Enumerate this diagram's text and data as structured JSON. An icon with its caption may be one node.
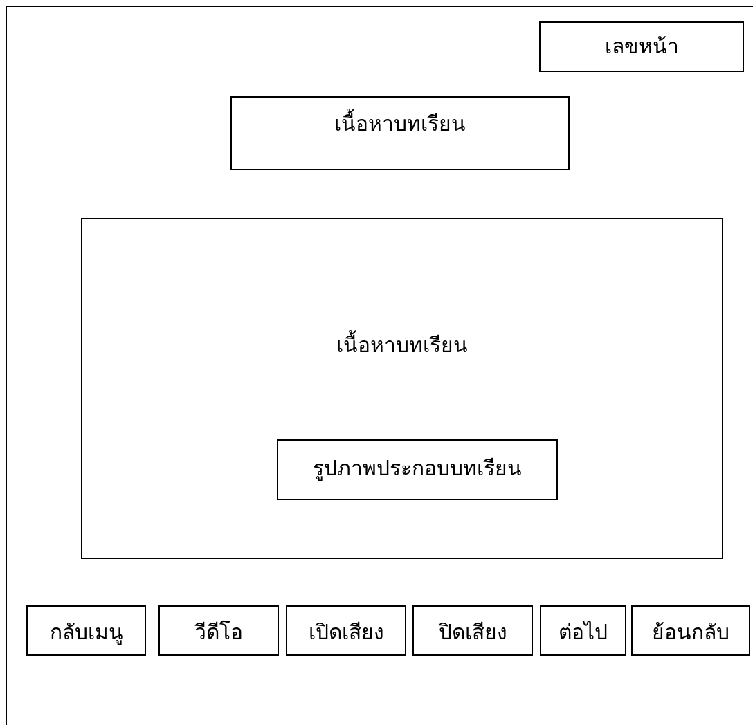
{
  "diagram": {
    "nodes": [
      {
        "text": [
          "เลขหน้า"
        ]
      },
      {
        "text": [
          "เนื้อหาบทเรียน"
        ]
      },
      {
        "text": [
          "เนื้อหาบทเรียน"
        ]
      },
      {
        "text": [
          "รูปภาพประกอบบทเรียน"
        ],
        "in": 2
      },
      {
        "text": [
          "กลับเมนู"
        ]
      },
      {
        "text": [
          "วีดีโอ"
        ]
      },
      {
        "text": [
          "เปิดเสียง"
        ]
      },
      {
        "text": [
          "ปิดเสียง"
        ]
      },
      {
        "text": [
          "ต่อไป"
        ]
      },
      {
        "text": [
          "ย้อนกลับ"
        ]
      }
    ]
  }
}
